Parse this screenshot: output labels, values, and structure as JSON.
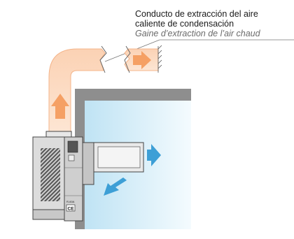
{
  "caption": {
    "es_line1": "Conducto de extracción del aire",
    "es_line2": "caliente de condensación",
    "fr_line": "Gaine d’extraction de l’air chaud"
  },
  "unit_labels": {
    "small_label": "R-60A",
    "ce_mark": "CE"
  },
  "colors": {
    "duct_fill": "#fbd8bf",
    "arrow_orange": "#f5a064",
    "wall_gray": "#8e8e8e",
    "room_blue": "#d8eef8",
    "arrow_blue": "#3d9fd6",
    "unit_gray": "#d4d4d4",
    "unit_dark": "#444444"
  },
  "icons": {
    "arrow_up": "orange-arrow-up-icon",
    "arrow_right_duct": "orange-arrow-right-icon",
    "arrow_right_room": "blue-arrow-right-icon",
    "arrow_in_room": "blue-arrow-diagonal-icon"
  }
}
